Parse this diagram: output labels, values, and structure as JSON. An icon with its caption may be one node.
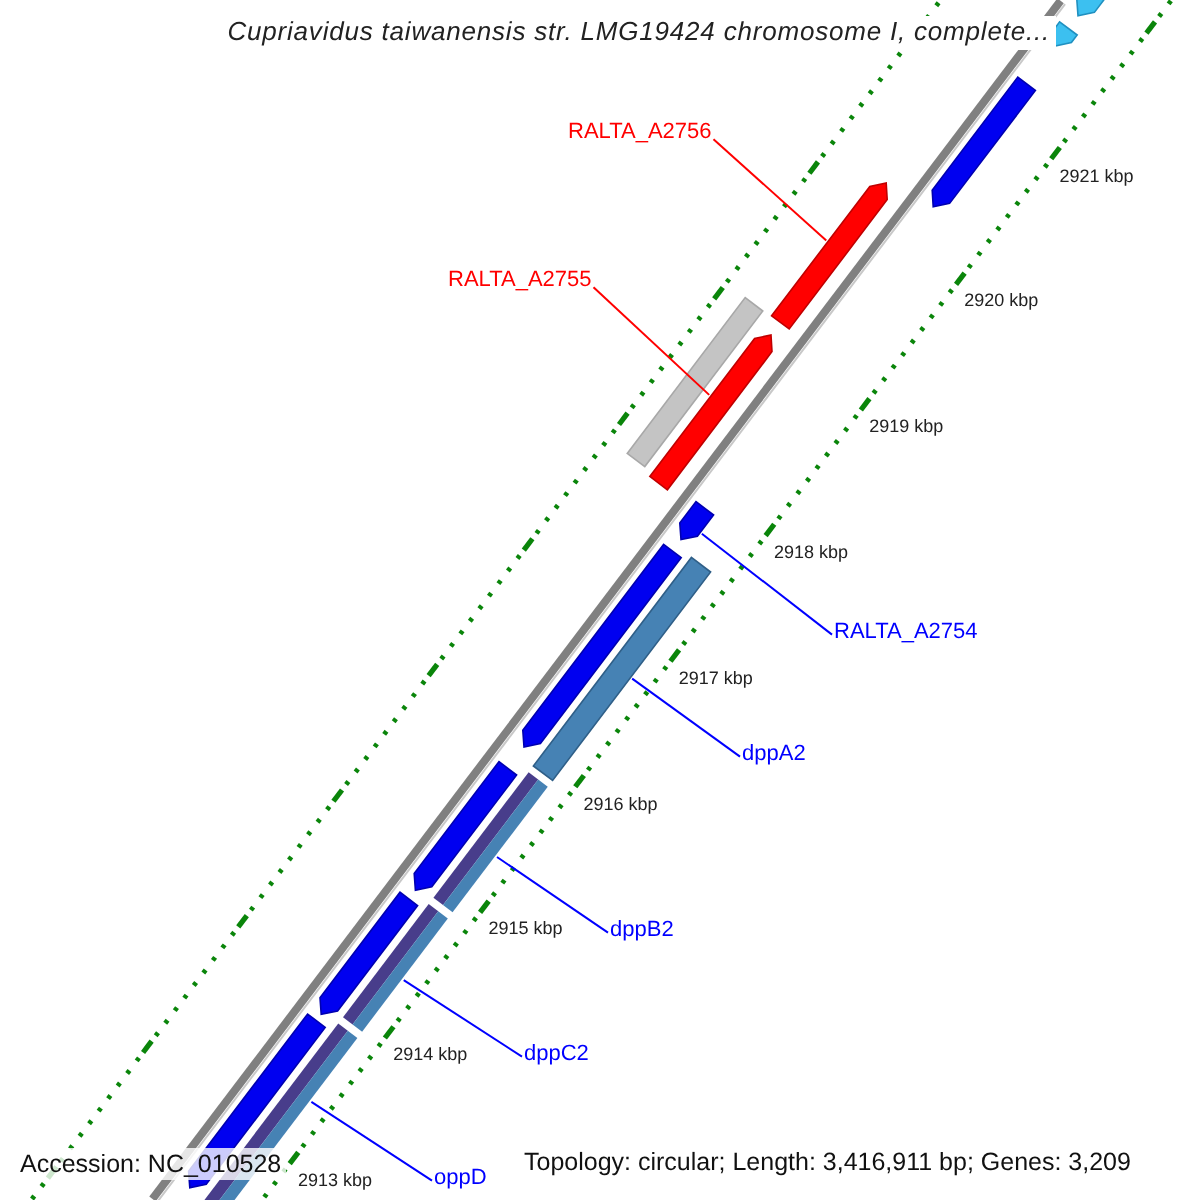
{
  "diagram": {
    "title": "Cupriavidus taiwanensis str. LMG19424 chromosome I, complete...",
    "nodes": [
      {
        "text": [
          "RALTA_A2756"
        ]
      },
      {
        "text": [
          "RALTA_A2755"
        ]
      },
      {
        "text": [
          "RALTA_A2754"
        ]
      },
      {
        "text": [
          "dppA2"
        ]
      },
      {
        "text": [
          "dppB2"
        ]
      },
      {
        "text": [
          "dppC2"
        ]
      },
      {
        "text": [
          "oppD"
        ]
      },
      {
        "text": [],
        "shape": "bar"
      },
      {
        "text": [],
        "shape": "bar"
      },
      {
        "text": [],
        "shape": "bar"
      },
      {
        "text": [],
        "shape": "bar"
      },
      {
        "text": [],
        "shape": "bar"
      },
      {
        "text": [],
        "shape": "bar"
      },
      {
        "text": [],
        "shape": "bar"
      },
      {
        "text": [],
        "shape": "bar"
      },
      {
        "text": [],
        "shape": "bar"
      },
      {
        "text": [],
        "shape": "bar"
      },
      {
        "text": [],
        "shape": "bar"
      },
      {
        "text": [],
        "shape": "bar"
      },
      {
        "text": [],
        "shape": "bar"
      },
      {
        "text": [],
        "shape": "bar"
      },
      {
        "text": [],
        "shape": "bar"
      }
    ],
    "edges": [
      {
        "from": 0,
        "to": 7,
        "arrow": "none",
        "color": "#ff0000"
      },
      {
        "from": 1,
        "to": 8,
        "arrow": "none",
        "color": "#ff0000"
      },
      {
        "from": 2,
        "to": 9,
        "arrow": "none"
      },
      {
        "from": 3,
        "to": 10,
        "arrow": "none"
      },
      {
        "from": 4,
        "to": 11,
        "arrow": "none"
      },
      {
        "from": 5,
        "to": 12,
        "arrow": "none"
      },
      {
        "from": 6,
        "to": 13,
        "arrow": "none"
      }
    ],
    "labels": [
      "2921 kbp",
      "2920 kbp",
      "2919 kbp",
      "2918 kbp",
      "2917 kbp",
      "2916 kbp",
      "2915 kbp",
      "2914 kbp",
      "2913 kbp",
      "Accession: NC_010528",
      "Topology: circular; Length: 3,416,911 bp; Genes: 3,209"
    ]
  }
}
